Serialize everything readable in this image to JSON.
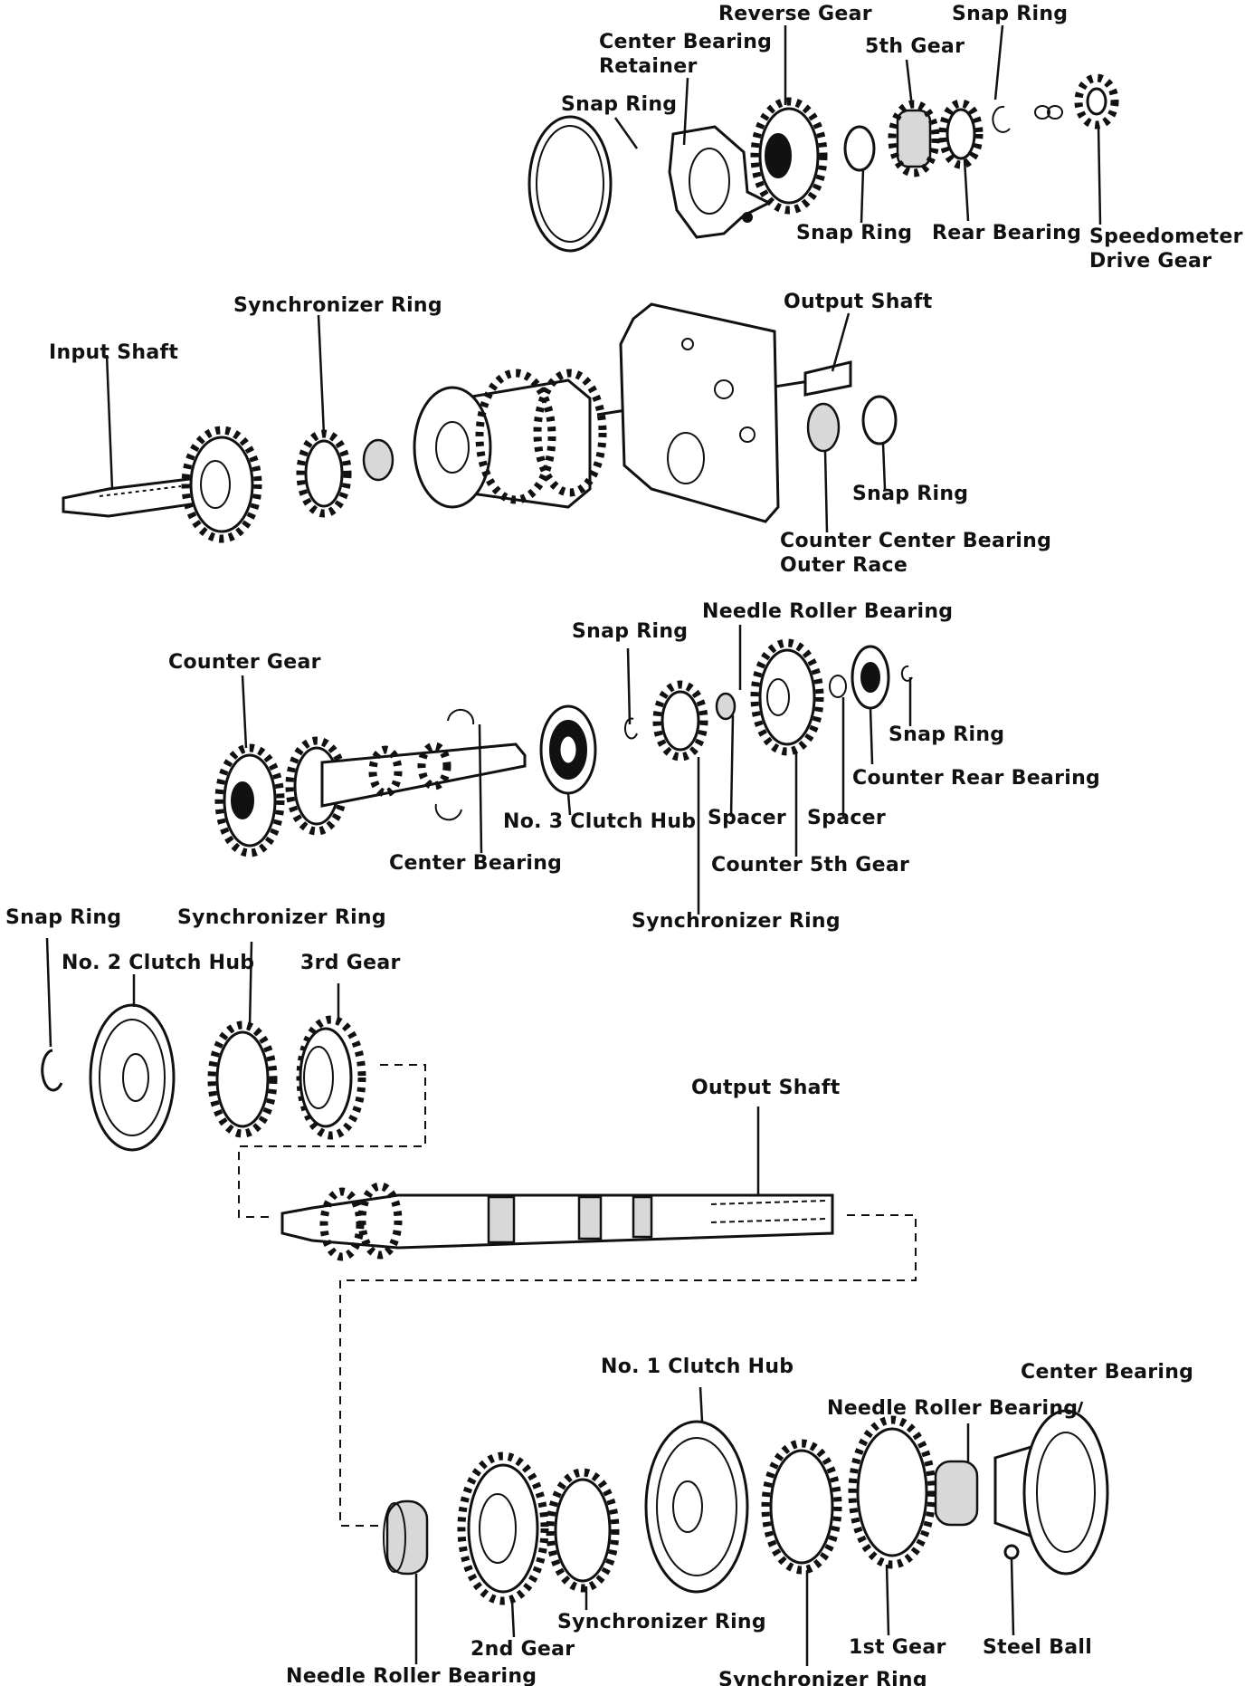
{
  "labels": {
    "reverse_gear": "Reverse Gear",
    "snap_ring_top_right": "Snap Ring",
    "center_bearing_retainer": "Center Bearing\nRetainer",
    "fifth_gear": "5th Gear",
    "snap_ring_top_left": "Snap Ring",
    "snap_ring_top_mid": "Snap Ring",
    "rear_bearing": "Rear Bearing",
    "speedometer_drive_gear": "Speedometer\nDrive Gear",
    "synchronizer_ring_1": "Synchronizer Ring",
    "input_shaft": "Input Shaft",
    "output_shaft_1": "Output Shaft",
    "snap_ring_2": "Snap Ring",
    "counter_center_bearing_outer_race": "Counter Center Bearing\nOuter Race",
    "needle_roller_bearing_1": "Needle Roller Bearing",
    "snap_ring_3": "Snap Ring",
    "counter_gear": "Counter Gear",
    "snap_ring_4": "Snap Ring",
    "counter_rear_bearing": "Counter Rear Bearing",
    "no3_clutch_hub": "No. 3 Clutch Hub",
    "spacer_1": "Spacer",
    "spacer_2": "Spacer",
    "center_bearing_1": "Center Bearing",
    "counter_5th_gear": "Counter 5th Gear",
    "synchronizer_ring_2": "Synchronizer Ring",
    "snap_ring_5": "Snap Ring",
    "synchronizer_ring_3": "Synchronizer Ring",
    "no2_clutch_hub": "No. 2 Clutch Hub",
    "third_gear": "3rd Gear",
    "output_shaft_2": "Output Shaft",
    "no1_clutch_hub": "No. 1 Clutch Hub",
    "center_bearing_2": "Center Bearing",
    "needle_roller_bearing_2": "Needle Roller Bearing",
    "synchronizer_ring_4": "Synchronizer Ring",
    "second_gear": "2nd Gear",
    "first_gear": "1st Gear",
    "steel_ball": "Steel Ball",
    "needle_roller_bearing_3": "Needle Roller Bearing",
    "synchronizer_ring_5": "Synchronizer Ring"
  }
}
